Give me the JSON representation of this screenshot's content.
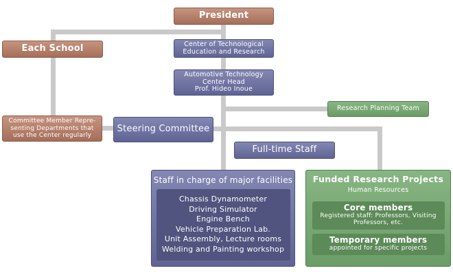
{
  "org": {
    "president": "President",
    "each_school": "Each School",
    "center_tech": [
      "Center of Technological",
      "Education and Research"
    ],
    "auto_center": [
      "Automotive Technology",
      "Center Head",
      "Prof. Hideo Inoue"
    ],
    "research_planning": "Research Planning Team",
    "committee_member": [
      "Committee Member Repre-",
      "senting Departments that",
      "use the Center regularly"
    ],
    "steering": "Steering Committee",
    "fulltime": "Full-time Staff",
    "facilities": {
      "title": "Staff in charge of major facilities",
      "items": [
        "Chassis Dynamometer",
        "Driving Simulator",
        "Engine Bench",
        "Vehicle Preparation Lab.",
        "Unit Assembly, Lecture rooms",
        "Welding and Painting workshop"
      ]
    },
    "funded": {
      "title": "Funded Research Projects",
      "subtitle": "Human Resources",
      "core_title": "Core members",
      "core_text": [
        "Registered staff: Professors, Visiting",
        "Professors, etc."
      ],
      "temp_title": "Temporary members",
      "temp_text": "appointed for specific projects"
    }
  },
  "colors": {
    "brown": "#b07b66",
    "blue": "#6a6f9d",
    "green": "#78a873",
    "connector": "#c9c9c9"
  }
}
